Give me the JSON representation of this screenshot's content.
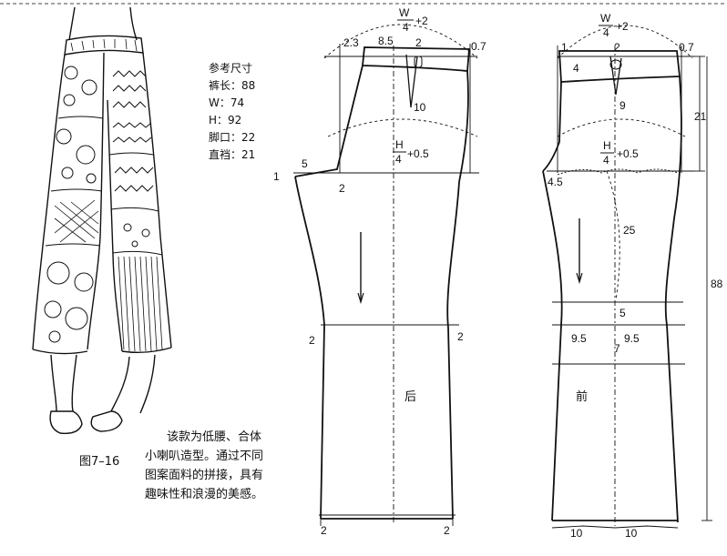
{
  "spec": {
    "title": "参考尺寸",
    "items": [
      "裤长：88",
      "W：74",
      "H：92",
      "脚口：22",
      "直裆：21"
    ]
  },
  "caption": {
    "figure_label": "图7–16",
    "lines": [
      "该款为低腰、合体",
      "小喇叭造型。通过不同",
      "图案面料的拼接，具有",
      "趣味性和浪漫的美感。"
    ]
  },
  "back": {
    "panel_label": "后",
    "waist_formula_num": "W",
    "waist_formula_den": "4",
    "waist_formula_add": "+2",
    "hip_formula_num": "H",
    "hip_formula_den": "4",
    "hip_formula_add": "+0.5",
    "dim_23": "2.3",
    "dim_85": "8.5",
    "dim_2_top": "2",
    "dim_07": "0.7",
    "dim_10": "10",
    "dim_5": "5",
    "dim_1": "1",
    "dim_2_crotch": "2",
    "dim_2_knee_l": "2",
    "dim_2_knee_r": "2",
    "dim_2_hem_l": "2",
    "dim_2_hem_r": "2"
  },
  "front": {
    "panel_label": "前",
    "waist_formula_num": "W",
    "waist_formula_den": "4",
    "waist_formula_add": "+2",
    "hip_formula_num": "H",
    "hip_formula_den": "4",
    "hip_formula_add": "+0.5",
    "dim_1": "1",
    "dim_2_top": "2",
    "dim_07": "0.7",
    "dim_4": "4",
    "dim_9": "9",
    "dim_21": "21",
    "dim_45": "4.5",
    "dim_25": "25",
    "dim_5": "5",
    "dim_95_l": "9.5",
    "dim_95_r": "9.5",
    "dim_7": "7",
    "dim_88": "88",
    "dim_10_l": "10",
    "dim_10_r": "10"
  },
  "colors": {
    "ink": "#111111",
    "paper": "#ffffff"
  }
}
